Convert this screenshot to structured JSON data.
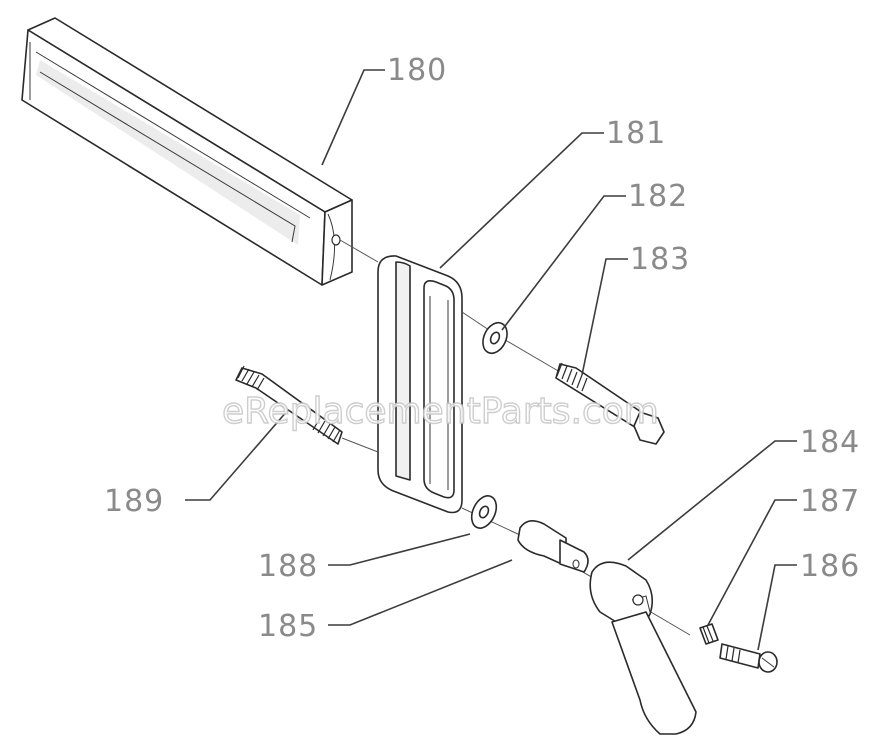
{
  "watermark": "eReplacementParts.com",
  "parts": [
    {
      "id": "180",
      "name": "fence-rail"
    },
    {
      "id": "181",
      "name": "fence-bracket"
    },
    {
      "id": "182",
      "name": "upper-washer"
    },
    {
      "id": "183",
      "name": "hex-bolt"
    },
    {
      "id": "184",
      "name": "lock-handle"
    },
    {
      "id": "185",
      "name": "bushing"
    },
    {
      "id": "186",
      "name": "screw"
    },
    {
      "id": "187",
      "name": "nut"
    },
    {
      "id": "188",
      "name": "lower-washer"
    },
    {
      "id": "189",
      "name": "threaded-stud"
    }
  ]
}
